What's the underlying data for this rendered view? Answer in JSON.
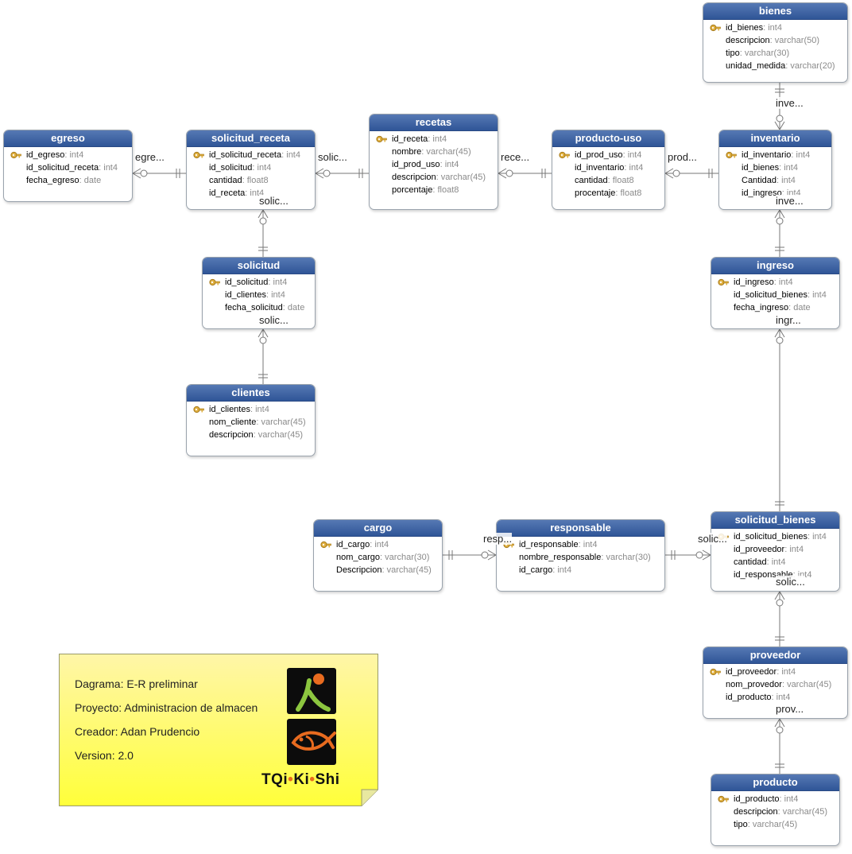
{
  "entities": {
    "bienes": {
      "title": "bienes",
      "fields": [
        {
          "name": "id_bienes",
          "type": "int4",
          "pk": true
        },
        {
          "name": "descripcion",
          "type": "varchar(50)"
        },
        {
          "name": "tipo",
          "type": "varchar(30)"
        },
        {
          "name": "unidad_medida",
          "type": "varchar(20)"
        }
      ]
    },
    "egreso": {
      "title": "egreso",
      "fields": [
        {
          "name": "id_egreso",
          "type": "int4",
          "pk": true
        },
        {
          "name": "id_solicitud_receta",
          "type": "int4"
        },
        {
          "name": "fecha_egreso",
          "type": "date"
        }
      ]
    },
    "solicitud_receta": {
      "title": "solicitud_receta",
      "fields": [
        {
          "name": "id_solicitud_receta",
          "type": "int4",
          "pk": true
        },
        {
          "name": "id_solicitud",
          "type": "int4"
        },
        {
          "name": "cantidad",
          "type": "float8"
        },
        {
          "name": "id_receta",
          "type": "int4"
        }
      ]
    },
    "recetas": {
      "title": "recetas",
      "fields": [
        {
          "name": "id_receta",
          "type": "int4",
          "pk": true
        },
        {
          "name": "nombre",
          "type": "varchar(45)"
        },
        {
          "name": "id_prod_uso",
          "type": "int4"
        },
        {
          "name": "descripcion",
          "type": "varchar(45)"
        },
        {
          "name": "porcentaje",
          "type": "float8"
        }
      ]
    },
    "producto_uso": {
      "title": "producto-uso",
      "fields": [
        {
          "name": "id_prod_uso",
          "type": "int4",
          "pk": true
        },
        {
          "name": "id_inventario",
          "type": "int4"
        },
        {
          "name": "cantidad",
          "type": "float8"
        },
        {
          "name": "procentaje",
          "type": "float8"
        }
      ]
    },
    "inventario": {
      "title": "inventario",
      "fields": [
        {
          "name": "id_inventario",
          "type": "int4",
          "pk": true
        },
        {
          "name": "id_bienes",
          "type": "int4"
        },
        {
          "name": "Cantidad",
          "type": "int4"
        },
        {
          "name": "id_ingreso",
          "type": "int4"
        }
      ]
    },
    "solicitud": {
      "title": "solicitud",
      "fields": [
        {
          "name": "id_solicitud",
          "type": "int4",
          "pk": true
        },
        {
          "name": "id_clientes",
          "type": "int4"
        },
        {
          "name": "fecha_solicitud",
          "type": "date"
        }
      ]
    },
    "ingreso": {
      "title": "ingreso",
      "fields": [
        {
          "name": "id_ingreso",
          "type": "int4",
          "pk": true
        },
        {
          "name": "id_solicitud_bienes",
          "type": "int4"
        },
        {
          "name": "fecha_ingreso",
          "type": "date"
        }
      ]
    },
    "clientes": {
      "title": "clientes",
      "fields": [
        {
          "name": "id_clientes",
          "type": "int4",
          "pk": true
        },
        {
          "name": "nom_cliente",
          "type": "varchar(45)"
        },
        {
          "name": "descripcion",
          "type": "varchar(45)"
        }
      ]
    },
    "cargo": {
      "title": "cargo",
      "fields": [
        {
          "name": "id_cargo",
          "type": "int4",
          "pk": true
        },
        {
          "name": "nom_cargo",
          "type": "varchar(30)"
        },
        {
          "name": "Descripcion",
          "type": "varchar(45)"
        }
      ]
    },
    "responsable": {
      "title": "responsable",
      "fields": [
        {
          "name": "id_responsable",
          "type": "int4",
          "pk": true
        },
        {
          "name": "nombre_responsable",
          "type": "varchar(30)"
        },
        {
          "name": "id_cargo",
          "type": "int4"
        }
      ]
    },
    "solicitud_bienes": {
      "title": "solicitud_bienes",
      "fields": [
        {
          "name": "id_solicitud_bienes",
          "type": "int4",
          "pk": true
        },
        {
          "name": "id_proveedor",
          "type": "int4"
        },
        {
          "name": "cantidad",
          "type": "int4"
        },
        {
          "name": "id_responsable",
          "type": "int4"
        }
      ]
    },
    "proveedor": {
      "title": "proveedor",
      "fields": [
        {
          "name": "id_proveedor",
          "type": "int4",
          "pk": true
        },
        {
          "name": "nom_provedor",
          "type": "varchar(45)"
        },
        {
          "name": "id_producto",
          "type": "int4"
        }
      ]
    },
    "producto": {
      "title": "producto",
      "fields": [
        {
          "name": "id_producto",
          "type": "int4",
          "pk": true
        },
        {
          "name": "descripcion",
          "type": "varchar(45)"
        },
        {
          "name": "tipo",
          "type": "varchar(45)"
        }
      ]
    }
  },
  "relationships": {
    "egreso": "egre...",
    "solicitud_receta": "solic...",
    "recetas": "rece...",
    "producto_uso": "prod...",
    "bienes_inventario": "inve...",
    "inventario_ingreso": "inve...",
    "solicitud_receta_solicitud": "solic...",
    "solicitud_clientes": "solic...",
    "ingreso_solicitud_bienes": "ingr...",
    "cargo_responsable": "resp...",
    "responsable_solicitud_bienes": "solic...",
    "solicitud_bienes_proveedor": "solic...",
    "proveedor_producto": "prov..."
  },
  "note": {
    "diagram": "Dagrama: E-R preliminar",
    "project": "Proyecto: Administracion de almacen",
    "creator": "Creador: Adan Prudencio",
    "version": "Version: 2.0",
    "logo_part1": "TQi",
    "logo_part2": "Ki",
    "logo_part3": "Shi",
    "logo_dot": "•",
    "color": "#ffff3a"
  },
  "colors": {
    "header": "#3a5f9f",
    "line": "#777777",
    "key": "#d8a32a"
  }
}
